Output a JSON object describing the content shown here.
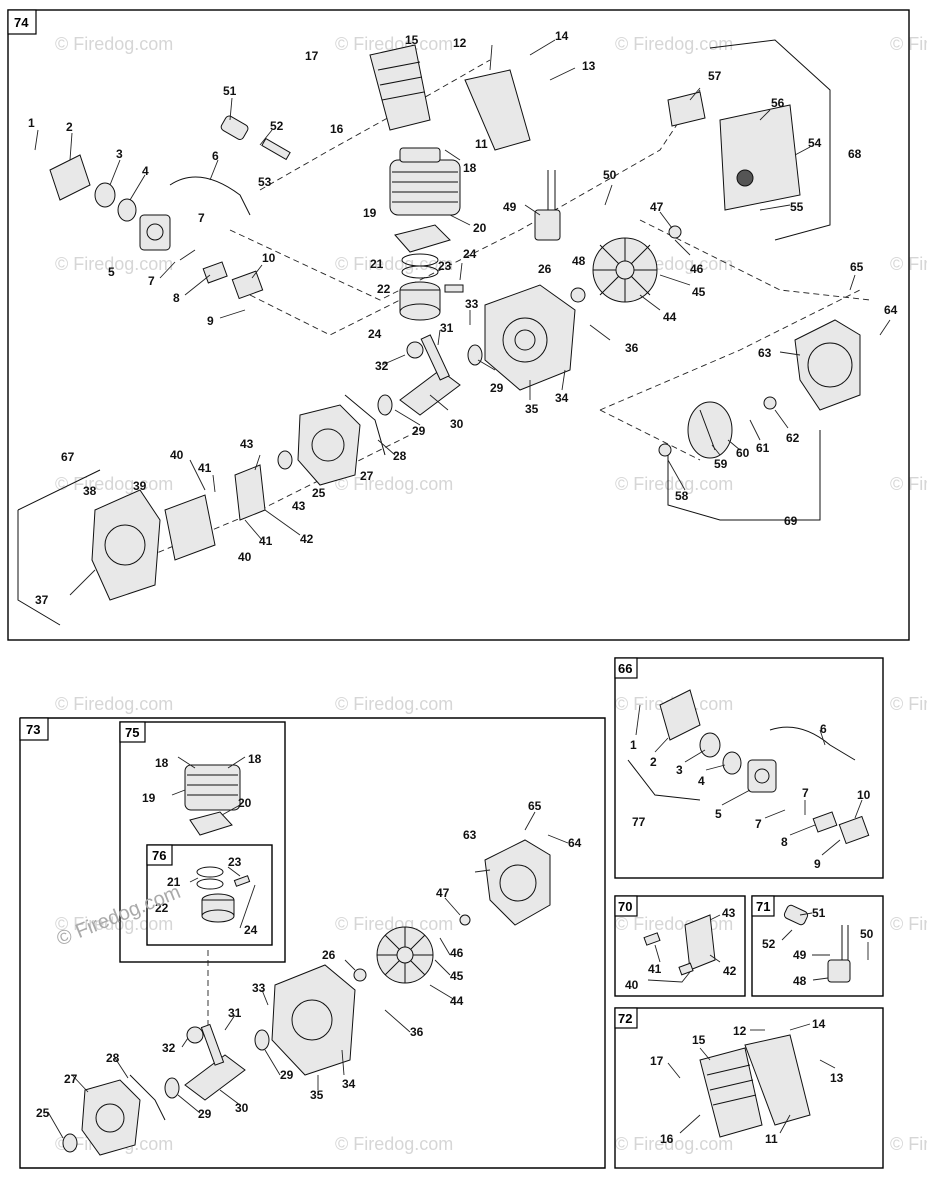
{
  "watermark": "© Firedog.com",
  "sections": {
    "s74": "74",
    "s73": "73",
    "s75": "75",
    "s76": "76",
    "s66": "66",
    "s70": "70",
    "s71": "71",
    "s72": "72"
  },
  "callouts": {
    "c74": [
      {
        "id": "1",
        "t": "1"
      },
      {
        "id": "2",
        "t": "2"
      },
      {
        "id": "3",
        "t": "3"
      },
      {
        "id": "4",
        "t": "4"
      },
      {
        "id": "5",
        "t": "5"
      },
      {
        "id": "6",
        "t": "6"
      },
      {
        "id": "7a",
        "t": "7"
      },
      {
        "id": "7b",
        "t": "7"
      },
      {
        "id": "8",
        "t": "8"
      },
      {
        "id": "9",
        "t": "9"
      },
      {
        "id": "10",
        "t": "10"
      },
      {
        "id": "11",
        "t": "11"
      },
      {
        "id": "12",
        "t": "12"
      },
      {
        "id": "13",
        "t": "13"
      },
      {
        "id": "14",
        "t": "14"
      },
      {
        "id": "15",
        "t": "15"
      },
      {
        "id": "16",
        "t": "16"
      },
      {
        "id": "17",
        "t": "17"
      },
      {
        "id": "18",
        "t": "18"
      },
      {
        "id": "19",
        "t": "19"
      },
      {
        "id": "20",
        "t": "20"
      },
      {
        "id": "21",
        "t": "21"
      },
      {
        "id": "22",
        "t": "22"
      },
      {
        "id": "23",
        "t": "23"
      },
      {
        "id": "24a",
        "t": "24"
      },
      {
        "id": "24b",
        "t": "24"
      },
      {
        "id": "25",
        "t": "25"
      },
      {
        "id": "26",
        "t": "26"
      },
      {
        "id": "27",
        "t": "27"
      },
      {
        "id": "28",
        "t": "28"
      },
      {
        "id": "29a",
        "t": "29"
      },
      {
        "id": "29b",
        "t": "29"
      },
      {
        "id": "30",
        "t": "30"
      },
      {
        "id": "31",
        "t": "31"
      },
      {
        "id": "32",
        "t": "32"
      },
      {
        "id": "33",
        "t": "33"
      },
      {
        "id": "34",
        "t": "34"
      },
      {
        "id": "35",
        "t": "35"
      },
      {
        "id": "36",
        "t": "36"
      },
      {
        "id": "37",
        "t": "37"
      },
      {
        "id": "38",
        "t": "38"
      },
      {
        "id": "39",
        "t": "39"
      },
      {
        "id": "40a",
        "t": "40"
      },
      {
        "id": "40b",
        "t": "40"
      },
      {
        "id": "41a",
        "t": "41"
      },
      {
        "id": "41b",
        "t": "41"
      },
      {
        "id": "42",
        "t": "42"
      },
      {
        "id": "43a",
        "t": "43"
      },
      {
        "id": "43b",
        "t": "43"
      },
      {
        "id": "44",
        "t": "44"
      },
      {
        "id": "45",
        "t": "45"
      },
      {
        "id": "46",
        "t": "46"
      },
      {
        "id": "47",
        "t": "47"
      },
      {
        "id": "48",
        "t": "48"
      },
      {
        "id": "49",
        "t": "49"
      },
      {
        "id": "50",
        "t": "50"
      },
      {
        "id": "51",
        "t": "51"
      },
      {
        "id": "52",
        "t": "52"
      },
      {
        "id": "53",
        "t": "53"
      },
      {
        "id": "54",
        "t": "54"
      },
      {
        "id": "55",
        "t": "55"
      },
      {
        "id": "56",
        "t": "56"
      },
      {
        "id": "57",
        "t": "57"
      },
      {
        "id": "58",
        "t": "58"
      },
      {
        "id": "59",
        "t": "59"
      },
      {
        "id": "60",
        "t": "60"
      },
      {
        "id": "61",
        "t": "61"
      },
      {
        "id": "62",
        "t": "62"
      },
      {
        "id": "63",
        "t": "63"
      },
      {
        "id": "64",
        "t": "64"
      },
      {
        "id": "65",
        "t": "65"
      },
      {
        "id": "67",
        "t": "67"
      },
      {
        "id": "68",
        "t": "68"
      },
      {
        "id": "69",
        "t": "69"
      }
    ],
    "c73": [
      {
        "id": "18a",
        "t": "18"
      },
      {
        "id": "18b",
        "t": "18"
      },
      {
        "id": "19",
        "t": "19"
      },
      {
        "id": "20",
        "t": "20"
      },
      {
        "id": "21",
        "t": "21"
      },
      {
        "id": "22",
        "t": "22"
      },
      {
        "id": "23",
        "t": "23"
      },
      {
        "id": "24",
        "t": "24"
      },
      {
        "id": "25",
        "t": "25"
      },
      {
        "id": "26",
        "t": "26"
      },
      {
        "id": "27",
        "t": "27"
      },
      {
        "id": "28",
        "t": "28"
      },
      {
        "id": "29a",
        "t": "29"
      },
      {
        "id": "29b",
        "t": "29"
      },
      {
        "id": "30",
        "t": "30"
      },
      {
        "id": "31",
        "t": "31"
      },
      {
        "id": "32",
        "t": "32"
      },
      {
        "id": "33",
        "t": "33"
      },
      {
        "id": "34",
        "t": "34"
      },
      {
        "id": "35",
        "t": "35"
      },
      {
        "id": "36",
        "t": "36"
      },
      {
        "id": "44",
        "t": "44"
      },
      {
        "id": "45",
        "t": "45"
      },
      {
        "id": "46",
        "t": "46"
      },
      {
        "id": "47",
        "t": "47"
      },
      {
        "id": "63",
        "t": "63"
      },
      {
        "id": "64",
        "t": "64"
      },
      {
        "id": "65",
        "t": "65"
      }
    ],
    "c66": [
      {
        "id": "1",
        "t": "1"
      },
      {
        "id": "2",
        "t": "2"
      },
      {
        "id": "3",
        "t": "3"
      },
      {
        "id": "4",
        "t": "4"
      },
      {
        "id": "5",
        "t": "5"
      },
      {
        "id": "6",
        "t": "6"
      },
      {
        "id": "7a",
        "t": "7"
      },
      {
        "id": "7b",
        "t": "7"
      },
      {
        "id": "8",
        "t": "8"
      },
      {
        "id": "9",
        "t": "9"
      },
      {
        "id": "10",
        "t": "10"
      },
      {
        "id": "77",
        "t": "77"
      }
    ],
    "c70": [
      {
        "id": "40",
        "t": "40"
      },
      {
        "id": "41",
        "t": "41"
      },
      {
        "id": "42",
        "t": "42"
      },
      {
        "id": "43",
        "t": "43"
      }
    ],
    "c71": [
      {
        "id": "48",
        "t": "48"
      },
      {
        "id": "49",
        "t": "49"
      },
      {
        "id": "50",
        "t": "50"
      },
      {
        "id": "51",
        "t": "51"
      },
      {
        "id": "52",
        "t": "52"
      }
    ],
    "c72": [
      {
        "id": "11",
        "t": "11"
      },
      {
        "id": "12",
        "t": "12"
      },
      {
        "id": "13",
        "t": "13"
      },
      {
        "id": "14",
        "t": "14"
      },
      {
        "id": "15",
        "t": "15"
      },
      {
        "id": "16",
        "t": "16"
      },
      {
        "id": "17",
        "t": "17"
      }
    ]
  }
}
